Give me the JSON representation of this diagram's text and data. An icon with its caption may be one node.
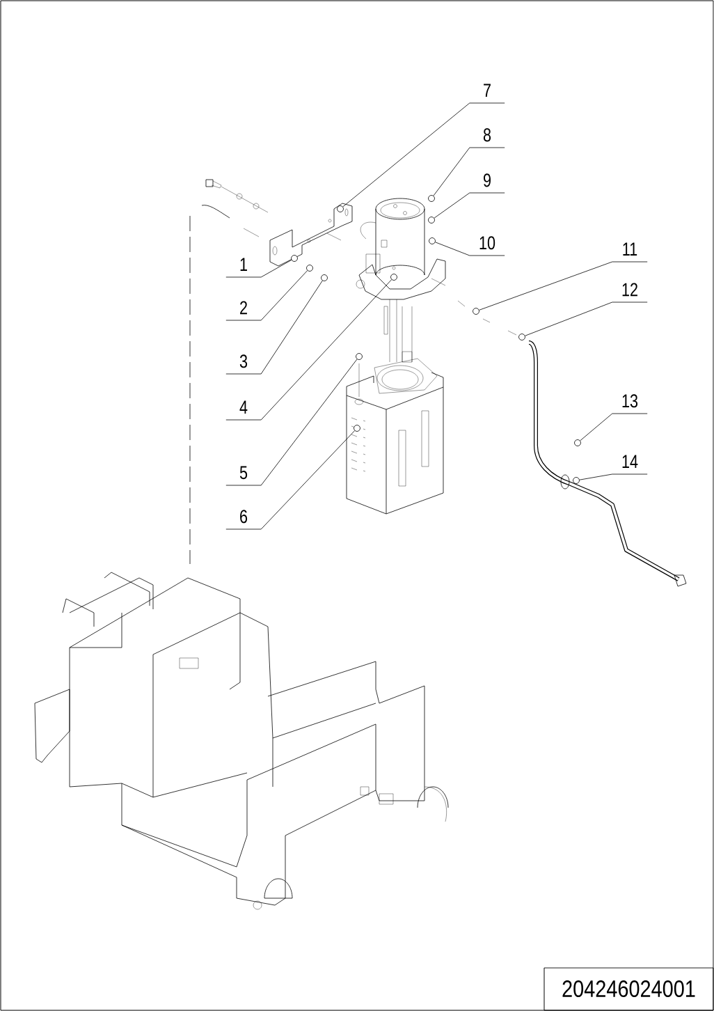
{
  "diagram": {
    "nodes": [
      {
        "text": [
          "1"
        ]
      },
      {
        "text": [
          "2"
        ]
      },
      {
        "text": [
          "3"
        ]
      },
      {
        "text": [
          "4"
        ]
      },
      {
        "text": [
          "5"
        ]
      },
      {
        "text": [
          "6"
        ]
      },
      {
        "text": [
          "7"
        ]
      },
      {
        "text": [
          "8"
        ]
      },
      {
        "text": [
          "9"
        ]
      },
      {
        "text": [
          "10"
        ]
      },
      {
        "text": [
          "11"
        ]
      },
      {
        "text": [
          "12"
        ]
      },
      {
        "text": [
          "13"
        ]
      },
      {
        "text": [
          "14"
        ]
      },
      {
        "text": [],
        "shape": "circle"
      },
      {
        "text": [],
        "shape": "circle"
      },
      {
        "text": [],
        "shape": "circle"
      },
      {
        "text": [],
        "shape": "circle"
      },
      {
        "text": [],
        "shape": "circle"
      },
      {
        "text": [],
        "shape": "circle"
      },
      {
        "text": [],
        "shape": "circle"
      },
      {
        "text": [],
        "shape": "circle"
      },
      {
        "text": [],
        "shape": "circle"
      },
      {
        "text": [],
        "shape": "circle"
      },
      {
        "text": [],
        "shape": "circle"
      },
      {
        "text": [],
        "shape": "circle"
      },
      {
        "text": [],
        "shape": "circle"
      },
      {
        "text": [],
        "shape": "circle"
      }
    ],
    "edges": [
      {
        "from": 0,
        "to": 14,
        "arrow": "none"
      },
      {
        "from": 1,
        "to": 15,
        "arrow": "none"
      },
      {
        "from": 2,
        "to": 16,
        "arrow": "none"
      },
      {
        "from": 3,
        "to": 17,
        "arrow": "none"
      },
      {
        "from": 4,
        "to": 18,
        "arrow": "none"
      },
      {
        "from": 5,
        "to": 19,
        "arrow": "none"
      },
      {
        "from": 6,
        "to": 20,
        "arrow": "none"
      },
      {
        "from": 7,
        "to": 21,
        "arrow": "none"
      },
      {
        "from": 8,
        "to": 22,
        "arrow": "none"
      },
      {
        "from": 9,
        "to": 23,
        "arrow": "none"
      },
      {
        "from": 10,
        "to": 24,
        "arrow": "none"
      },
      {
        "from": 11,
        "to": 25,
        "arrow": "none"
      },
      {
        "from": 12,
        "to": 26,
        "arrow": "none"
      },
      {
        "from": 13,
        "to": 27,
        "arrow": "none"
      }
    ],
    "labels": [
      "204246024001"
    ]
  }
}
